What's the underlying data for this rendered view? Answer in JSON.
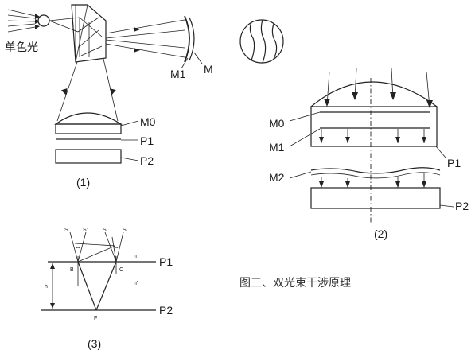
{
  "fig1": {
    "source_label": "单色光",
    "m": "M",
    "m1": "M1",
    "m0": "M0",
    "p1": "P1",
    "p2": "P2",
    "number": "(1)"
  },
  "fig2": {
    "m0": "M0",
    "m1": "M1",
    "m2": "M2",
    "p1": "P1",
    "p2": "P2",
    "number": "(2)"
  },
  "fig3": {
    "s_left": "S",
    "s_prime_left": "S'",
    "s_right": "S",
    "s_prime_right": "S'",
    "n": "n",
    "n_prime": "n'",
    "b": "B",
    "c": "C",
    "f": "F",
    "h": "h",
    "p1": "P1",
    "p2": "P2",
    "number": "(3)"
  },
  "caption": "图三、双光束干涉原理"
}
